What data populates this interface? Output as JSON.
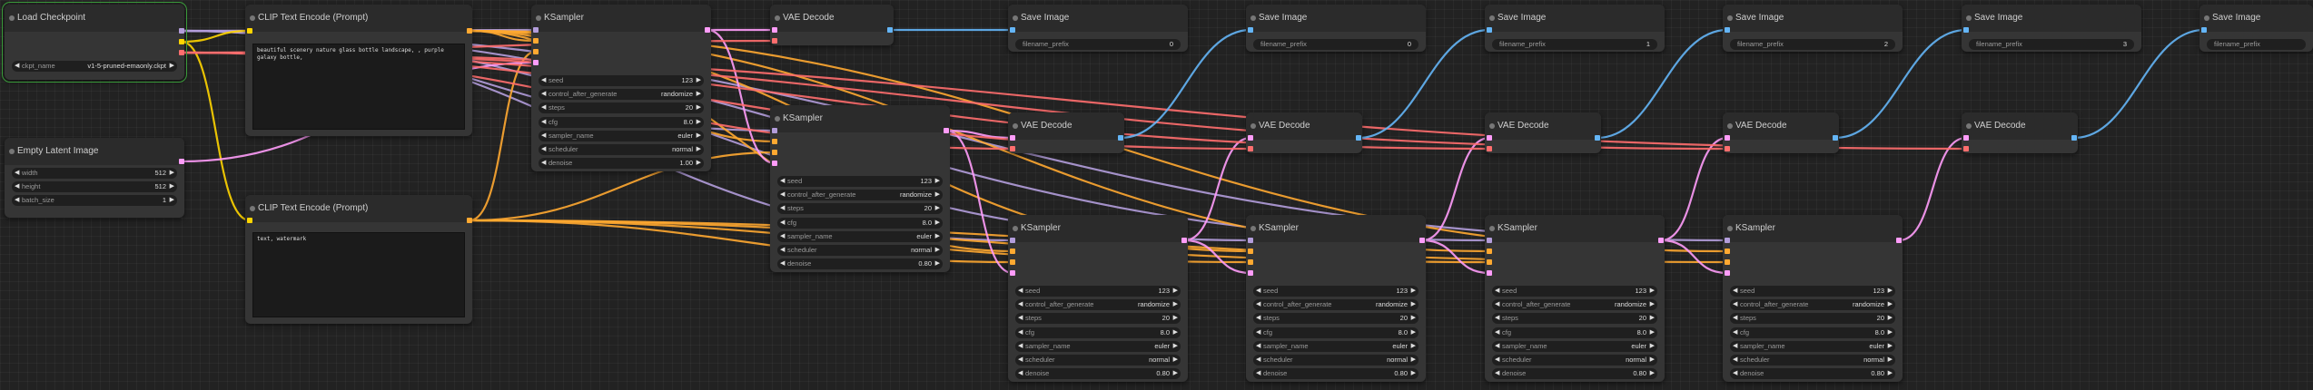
{
  "colors": {
    "model": "#b39ddb",
    "clip": "#ffd500",
    "conditioning": "#ffa931",
    "latent": "#ff9cf9",
    "vae": "#ff6e6e",
    "image": "#64b5f6"
  },
  "load_checkpoint": {
    "title": "Load Checkpoint",
    "ckpt_label": "ckpt_name",
    "ckpt_value": "v1-5-pruned-emaonly.ckpt"
  },
  "empty_latent": {
    "title": "Empty Latent Image",
    "width_label": "width",
    "width_value": "512",
    "height_label": "height",
    "height_value": "512",
    "batch_label": "batch_size",
    "batch_value": "1"
  },
  "clip_pos": {
    "title": "CLIP Text Encode (Prompt)",
    "text": "beautiful scenery nature glass bottle landscape, , purple galaxy bottle,"
  },
  "clip_neg": {
    "title": "CLIP Text Encode (Prompt)",
    "text": "text, watermark"
  },
  "ksampler_labels": {
    "title": "KSampler",
    "seed": "seed",
    "control": "control_after_generate",
    "steps": "steps",
    "cfg": "cfg",
    "sampler": "sampler_name",
    "scheduler": "scheduler",
    "denoise": "denoise"
  },
  "ksamplers": [
    {
      "seed": "123",
      "control": "randomize",
      "steps": "20",
      "cfg": "8.0",
      "sampler": "euler",
      "scheduler": "normal",
      "denoise": "1.00"
    },
    {
      "seed": "123",
      "control": "randomize",
      "steps": "20",
      "cfg": "8.0",
      "sampler": "euler",
      "scheduler": "normal",
      "denoise": "0.80"
    },
    {
      "seed": "123",
      "control": "randomize",
      "steps": "20",
      "cfg": "8.0",
      "sampler": "euler",
      "scheduler": "normal",
      "denoise": "0.80"
    },
    {
      "seed": "123",
      "control": "randomize",
      "steps": "20",
      "cfg": "8.0",
      "sampler": "euler",
      "scheduler": "normal",
      "denoise": "0.80"
    },
    {
      "seed": "123",
      "control": "randomize",
      "steps": "20",
      "cfg": "8.0",
      "sampler": "euler",
      "scheduler": "normal",
      "denoise": "0.80"
    },
    {
      "seed": "123",
      "control": "randomize",
      "steps": "20",
      "cfg": "8.0",
      "sampler": "euler",
      "scheduler": "normal",
      "denoise": "0.80"
    }
  ],
  "vae_decode_title": "VAE Decode",
  "save_image": {
    "title": "Save Image",
    "prefix_label": "filename_prefix",
    "prefixes": [
      "0",
      "0",
      "1",
      "2",
      "3",
      ""
    ]
  }
}
